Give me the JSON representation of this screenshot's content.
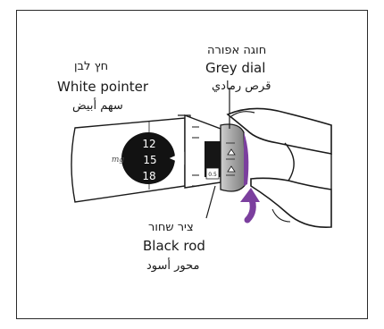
{
  "labels": {
    "white_pointer": {
      "hebrew": "חץ לבן",
      "english": "White pointer",
      "arabic": "سهم أبيض"
    },
    "grey_dial": {
      "hebrew": "חוגה אפורה",
      "english": "Grey dial",
      "arabic": "قرص رمادي"
    },
    "black_rod": {
      "hebrew": "ציר שחור",
      "english": "Black rod",
      "arabic": "محور أسود"
    }
  },
  "pen": {
    "unit": "mg",
    "dose_numbers": [
      "12",
      "15",
      "18"
    ],
    "rod_value": "0.5"
  },
  "colors": {
    "arrow": "#7b3f9e",
    "ink": "#1a1a1a",
    "dial": "#9a9a9a"
  }
}
